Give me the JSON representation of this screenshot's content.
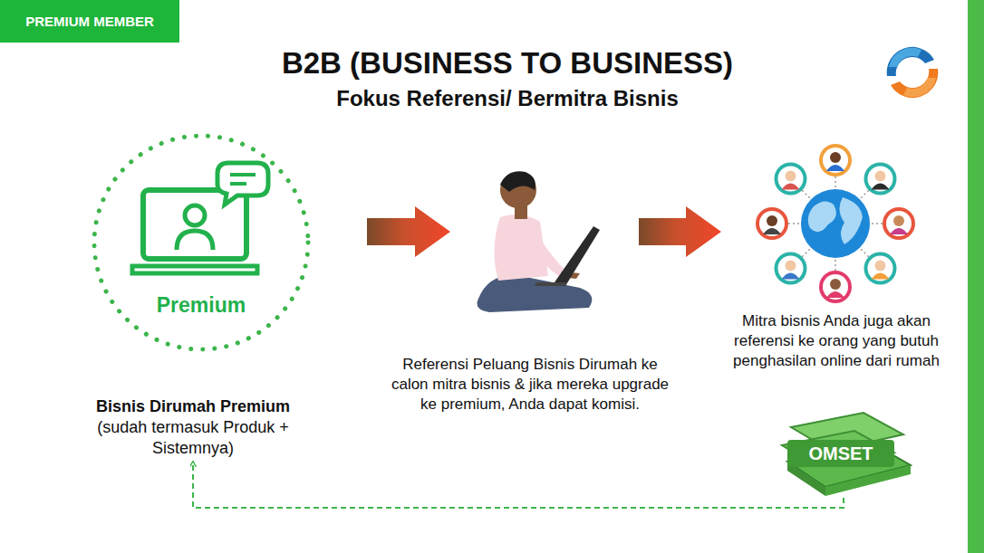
{
  "diagram": {
    "title": "B2B (BUSINESS TO BUSINESS)",
    "nodes": [
      {
        "text": [
          "PREMIUM MEMBER"
        ]
      },
      {
        "text": [
          "Premium",
          "Bisnis Dirumah Premium",
          "(sudah termasuk Produk + Sistemnya)"
        ]
      },
      {
        "text": [
          "OMSET"
        ]
      }
    ],
    "edges": [
      {
        "from": 2,
        "to": 1,
        "arrow": "to"
      }
    ],
    "labels": [
      "Fokus Referensi/ Bermitra Bisnis",
      "Referensi Peluang Bisnis Dirumah ke calon mitra bisnis & jika mereka upgrade ke premium, Anda dapat komisi.",
      "Mitra bisnis Anda juga akan referensi ke orang yang butuh penghasilan online dari rumah"
    ]
  }
}
